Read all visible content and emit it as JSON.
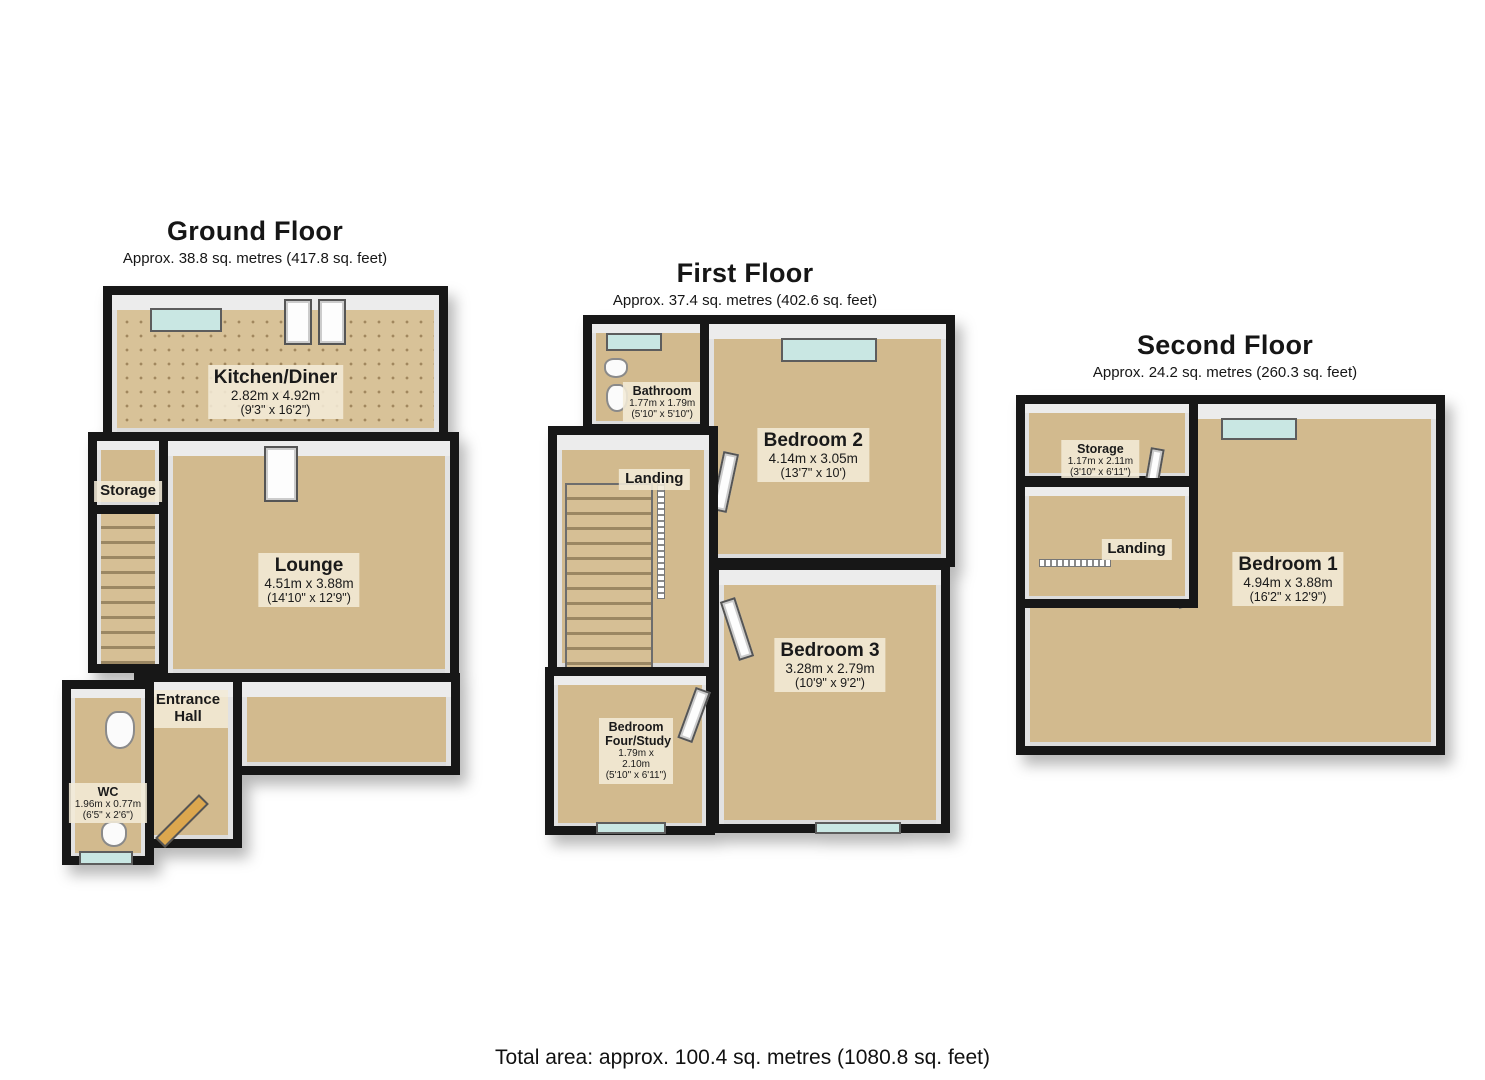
{
  "footer": {
    "total_area": "Total area: approx. 100.4 sq. metres (1080.8 sq. feet)"
  },
  "colors": {
    "wall": "#171717",
    "floor": "#d2ba8e",
    "window": "#c9e7e3",
    "wall_face": "#ececec"
  },
  "floors": {
    "ground": {
      "title": "Ground Floor",
      "subtitle": "Approx. 38.8 sq. metres (417.8 sq. feet)",
      "rooms": {
        "kitchen": {
          "name": "Kitchen/Diner",
          "metric": "2.82m x 4.92m",
          "imperial": "(9'3\" x 16'2\")"
        },
        "storage": {
          "name": "Storage"
        },
        "lounge": {
          "name": "Lounge",
          "metric": "4.51m x 3.88m",
          "imperial": "(14'10\" x 12'9\")"
        },
        "entrance": {
          "name": "Entrance Hall"
        },
        "wc": {
          "name": "WC",
          "metric": "1.96m x 0.77m",
          "imperial": "(6'5\" x 2'6\")"
        }
      }
    },
    "first": {
      "title": "First Floor",
      "subtitle": "Approx. 37.4 sq. metres (402.6 sq. feet)",
      "rooms": {
        "bathroom": {
          "name": "Bathroom",
          "metric": "1.77m x 1.79m",
          "imperial": "(5'10\" x 5'10\")"
        },
        "landing": {
          "name": "Landing"
        },
        "bedroom2": {
          "name": "Bedroom 2",
          "metric": "4.14m x 3.05m",
          "imperial": "(13'7\" x 10')"
        },
        "bedroom3": {
          "name": "Bedroom 3",
          "metric": "3.28m x 2.79m",
          "imperial": "(10'9\" x 9'2\")"
        },
        "bedroom4": {
          "name": "Bedroom Four/Study",
          "metric": "1.79m x 2.10m",
          "imperial": "(5'10\" x 6'11\")"
        }
      }
    },
    "second": {
      "title": "Second Floor",
      "subtitle": "Approx. 24.2 sq. metres (260.3 sq. feet)",
      "rooms": {
        "storage": {
          "name": "Storage",
          "metric": "1.17m x 2.11m",
          "imperial": "(3'10\" x 6'11\")"
        },
        "landing": {
          "name": "Landing"
        },
        "bedroom1": {
          "name": "Bedroom 1",
          "metric": "4.94m x 3.88m",
          "imperial": "(16'2\" x 12'9\")"
        }
      }
    }
  }
}
